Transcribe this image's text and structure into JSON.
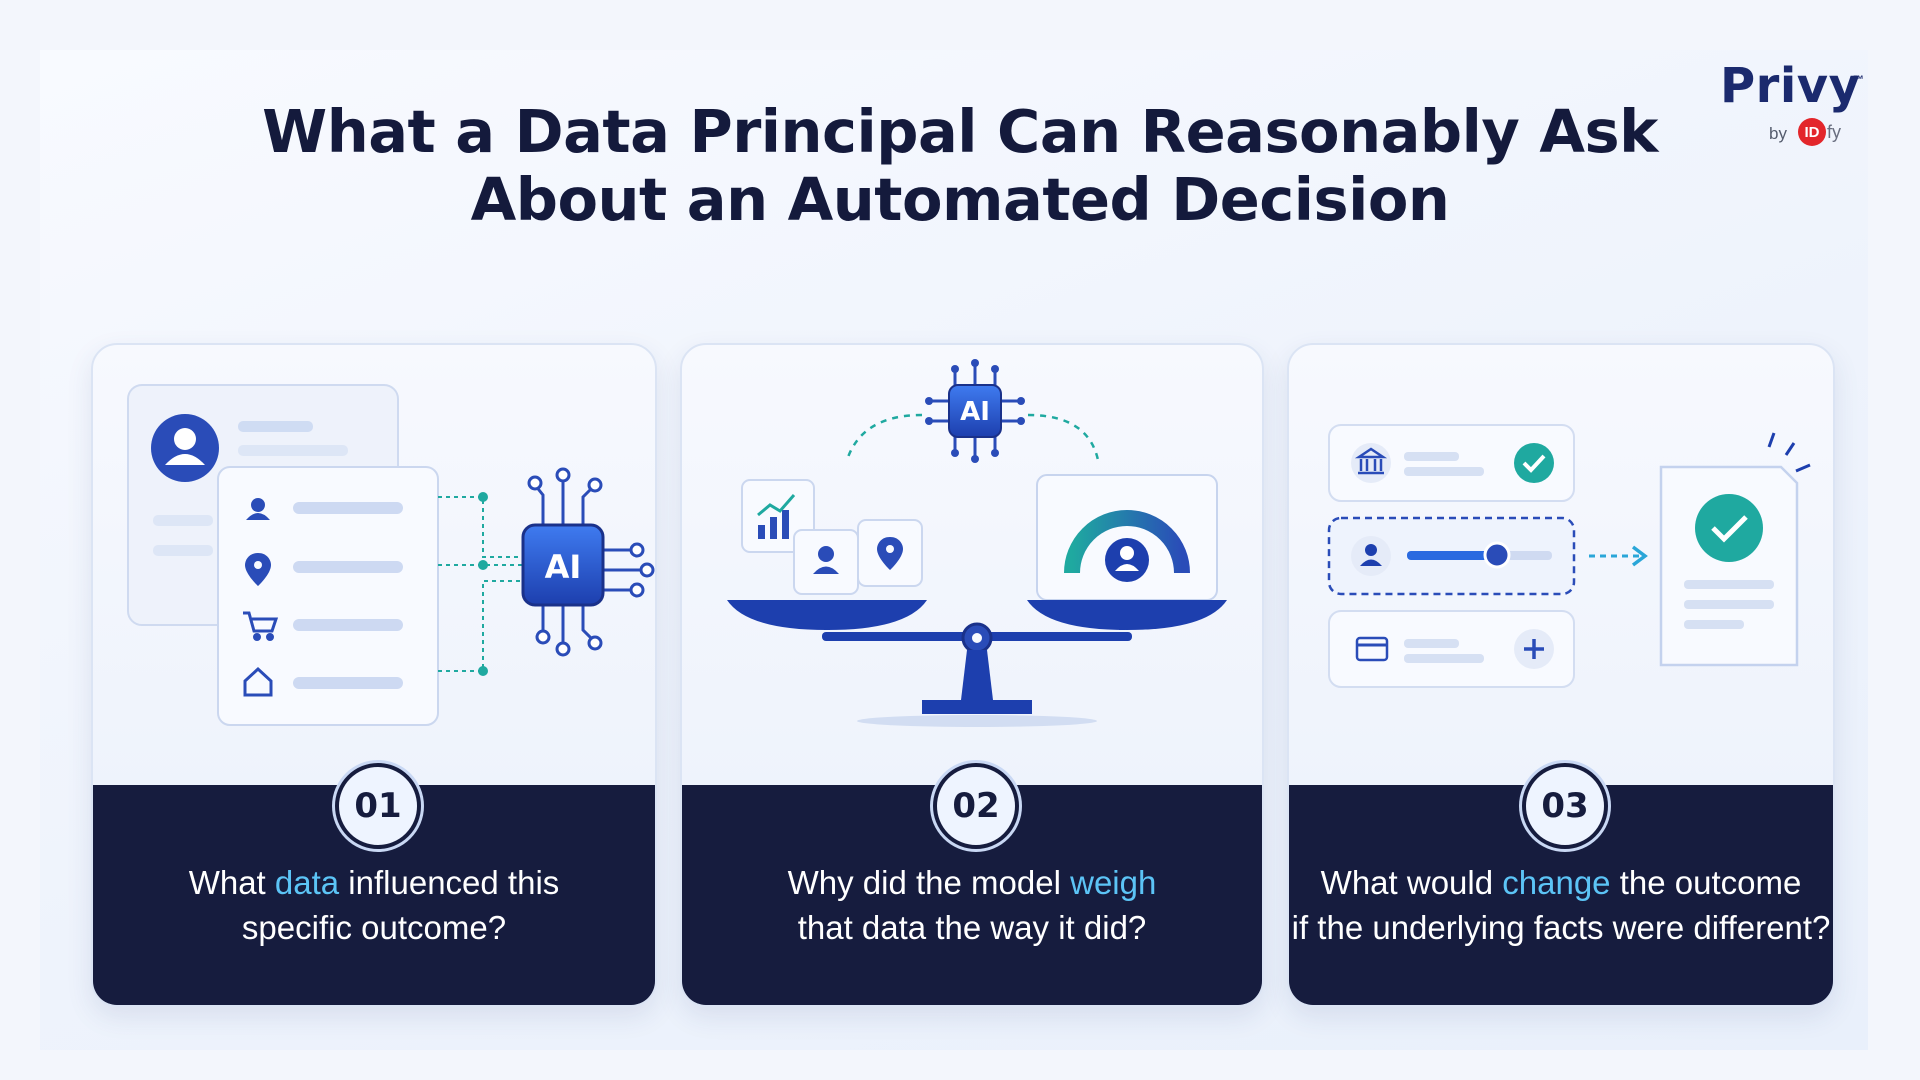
{
  "title": {
    "line1": "What a Data Principal Can Reasonably Ask",
    "line2": "About an Automated Decision"
  },
  "logo": {
    "name": "Privy",
    "tm": "™",
    "by": "by",
    "idfy_mark": "ID",
    "idfy_rest": "fy"
  },
  "colors": {
    "navy": "#161c3e",
    "accent_blue": "#2f5fd3",
    "highlight": "#5cc4f6",
    "teal": "#1fa9a0"
  },
  "cards": [
    {
      "number": "01",
      "question": {
        "line1_pre": "What ",
        "line1_hl": "data",
        "line1_post": " influenced this",
        "line2": "specific outcome?"
      },
      "chip_label": "AI",
      "icons": [
        "user-avatar-icon",
        "user-icon",
        "location-pin-icon",
        "cart-icon",
        "home-icon",
        "ai-chip-icon"
      ]
    },
    {
      "number": "02",
      "question": {
        "line1_pre": "Why did the model ",
        "line1_hl": "weigh",
        "line1_post": "",
        "line2": "that data the way it did?"
      },
      "chip_label": "AI",
      "icons": [
        "ai-chip-icon",
        "chart-icon",
        "user-icon",
        "location-pin-icon",
        "gauge-icon",
        "balance-scale-icon"
      ]
    },
    {
      "number": "03",
      "question": {
        "line1_pre": "What would ",
        "line1_hl": "change",
        "line1_post": " the outcome",
        "line2": "if the underlying facts were different?"
      },
      "icons": [
        "bank-icon",
        "check-icon",
        "user-icon",
        "slider-icon",
        "card-icon",
        "plus-icon",
        "arrow-right-icon",
        "document-check-icon"
      ]
    }
  ]
}
